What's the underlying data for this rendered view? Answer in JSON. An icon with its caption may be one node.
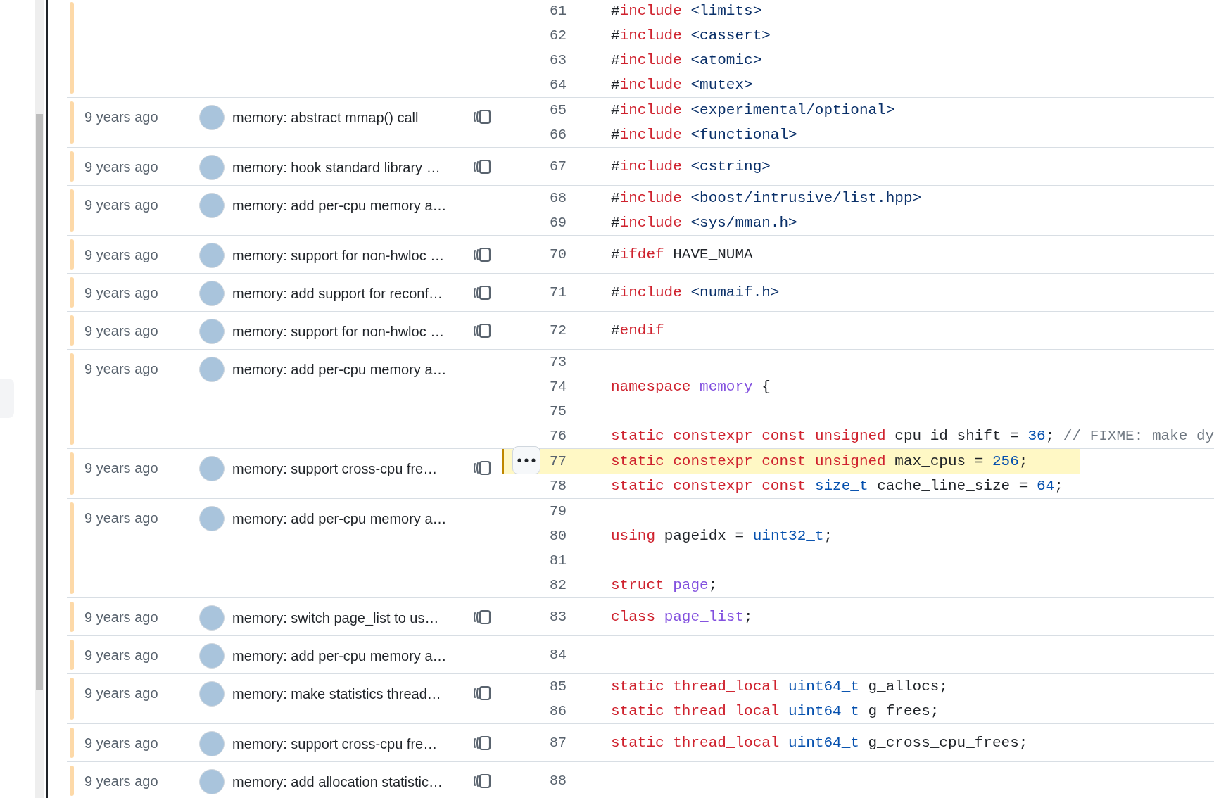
{
  "diagram": {
    "labels": [
      "61",
      "#include <limits>",
      "62",
      "#include <cassert>",
      "63",
      "#include <atomic>",
      "64",
      "#include <mutex>",
      "9 years ago",
      "memory: abstract mmap() call",
      "65",
      "#include <experimental/optional>",
      "66",
      "#include <functional>",
      "9 years ago",
      "memory: hook standard library …",
      "67",
      "#include <cstring>",
      "9 years ago",
      "memory: add per-cpu memory a…",
      "68",
      "#include <boost/intrusive/list.hpp>",
      "69",
      "#include <sys/mman.h>",
      "9 years ago",
      "memory: support for non-hwloc …",
      "70",
      "#ifdef HAVE_NUMA",
      "9 years ago",
      "memory: add support for reconf…",
      "71",
      "#include <numaif.h>",
      "9 years ago",
      "memory: support for non-hwloc …",
      "72",
      "#endif",
      "9 years ago",
      "memory: add per-cpu memory a…",
      "73",
      "74",
      "namespace memory {",
      "75",
      "76",
      "static constexpr const unsigned cpu_id_shift = 36; // FIXME: make dy",
      "9 years ago",
      "memory: support cross-cpu fre…",
      "77",
      "static constexpr const unsigned max_cpus = 256;",
      "78",
      "static constexpr const size_t cache_line_size = 64;",
      "9 years ago",
      "memory: add per-cpu memory a…",
      "79",
      "80",
      "using pageidx = uint32_t;",
      "81",
      "82",
      "struct page;",
      "9 years ago",
      "memory: switch page_list to us…",
      "83",
      "class page_list;",
      "9 years ago",
      "memory: add per-cpu memory a…",
      "84",
      "9 years ago",
      "memory: make statistics thread…",
      "85",
      "static thread_local uint64_t g_allocs;",
      "86",
      "static thread_local uint64_t g_frees;",
      "9 years ago",
      "memory: support cross-cpu fre…",
      "87",
      "static thread_local uint64_t g_cross_cpu_frees;",
      "9 years ago",
      "memory: add allocation statistic…",
      "88"
    ]
  }
}
